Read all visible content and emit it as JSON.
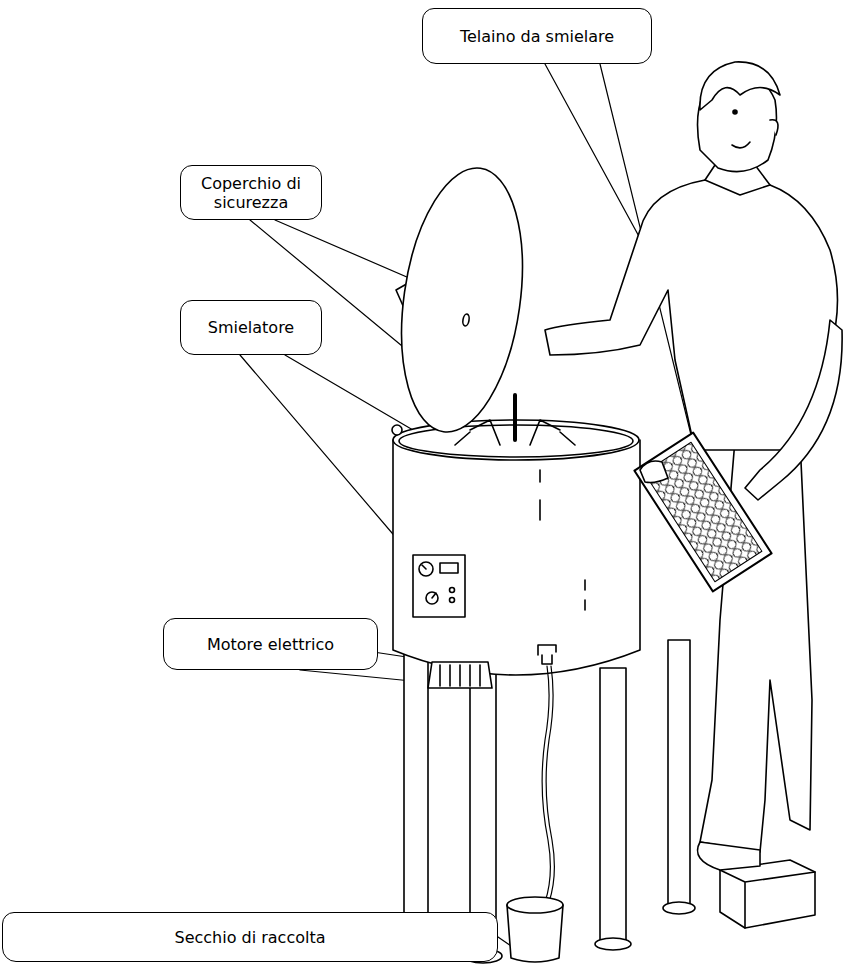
{
  "diagram": {
    "nodes": [
      {
        "text": [
          "Telaino da smielare"
        ]
      },
      {
        "text": [
          "Coperchio di sicurezza"
        ]
      },
      {
        "text": [
          "Smielatore"
        ]
      },
      {
        "text": [
          "Motore elettrico"
        ]
      },
      {
        "text": [
          "Secchio di raccolta"
        ]
      }
    ]
  }
}
